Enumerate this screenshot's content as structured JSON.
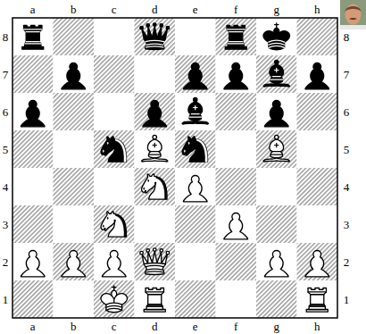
{
  "diagram": {
    "labels": [
      "a",
      "b",
      "c",
      "d",
      "e",
      "f",
      "g",
      "h",
      "8",
      "7",
      "6",
      "5",
      "4",
      "3",
      "2",
      "1",
      "8",
      "7",
      "6",
      "5",
      "4",
      "3",
      "2",
      "1",
      "a",
      "b",
      "c",
      "d",
      "e",
      "f",
      "g",
      "h"
    ]
  }
}
